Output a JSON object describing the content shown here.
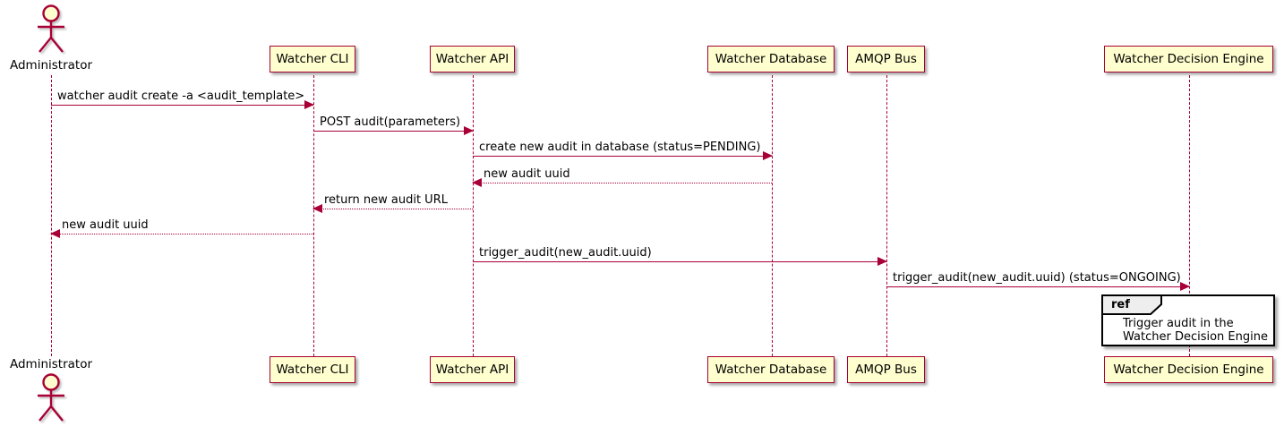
{
  "diagram": {
    "type": "uml-sequence-diagram",
    "colors": {
      "participant_fill": "#FEFECE",
      "participant_border": "#A80036",
      "arrow": "#A80036",
      "lifeline": "#A80036",
      "text": "#000000",
      "ref_border": "#000000",
      "ref_header_fill": "#EEEEEE",
      "background": "#FFFFFF"
    },
    "actor": {
      "label": "Administrator"
    },
    "participants": [
      {
        "label": "Watcher CLI"
      },
      {
        "label": "Watcher API"
      },
      {
        "label": "Watcher Database"
      },
      {
        "label": "AMQP Bus"
      },
      {
        "label": "Watcher Decision Engine"
      }
    ],
    "messages": [
      {
        "from": "Administrator",
        "to": "Watcher CLI",
        "label": "watcher audit create -a <audit_template>",
        "line": "solid",
        "direction": "right"
      },
      {
        "from": "Watcher CLI",
        "to": "Watcher API",
        "label": "POST audit(parameters)",
        "line": "solid",
        "direction": "right"
      },
      {
        "from": "Watcher API",
        "to": "Watcher Database",
        "label": "create new audit in database (status=PENDING)",
        "line": "solid",
        "direction": "right"
      },
      {
        "from": "Watcher Database",
        "to": "Watcher API",
        "label": "new audit uuid",
        "line": "dotted",
        "direction": "left"
      },
      {
        "from": "Watcher API",
        "to": "Watcher CLI",
        "label": "return new audit URL",
        "line": "dotted",
        "direction": "left"
      },
      {
        "from": "Watcher CLI",
        "to": "Administrator",
        "label": "new audit uuid",
        "line": "dotted",
        "direction": "left"
      },
      {
        "from": "Watcher API",
        "to": "AMQP Bus",
        "label": "trigger_audit(new_audit.uuid)",
        "line": "solid",
        "direction": "right"
      },
      {
        "from": "AMQP Bus",
        "to": "Watcher Decision Engine",
        "label": "trigger_audit(new_audit.uuid) (status=ONGOING)",
        "line": "solid",
        "direction": "right"
      }
    ],
    "ref": {
      "keyword": "ref",
      "over": "Watcher Decision Engine",
      "line1": "Trigger audit in the",
      "line2": "Watcher Decision Engine"
    }
  }
}
